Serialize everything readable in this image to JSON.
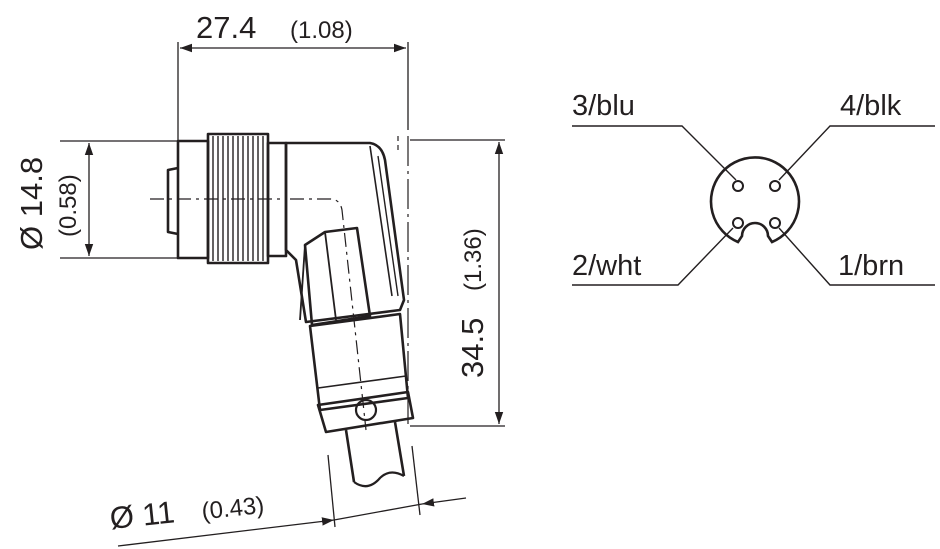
{
  "drawing": {
    "dimensions": {
      "width_top": {
        "value": "27.4",
        "inch": "(1.08)"
      },
      "height_left": {
        "value": "Ø 14.8",
        "inch": "(0.58)"
      },
      "height_right": {
        "value": "34.5",
        "inch": "(1.36)"
      },
      "cable_diameter": {
        "value": "Ø 11",
        "inch": "(0.43)"
      }
    },
    "pinout": {
      "pins": [
        {
          "label": "3/blu"
        },
        {
          "label": "4/blk"
        },
        {
          "label": "2/wht"
        },
        {
          "label": "1/brn"
        }
      ]
    }
  }
}
